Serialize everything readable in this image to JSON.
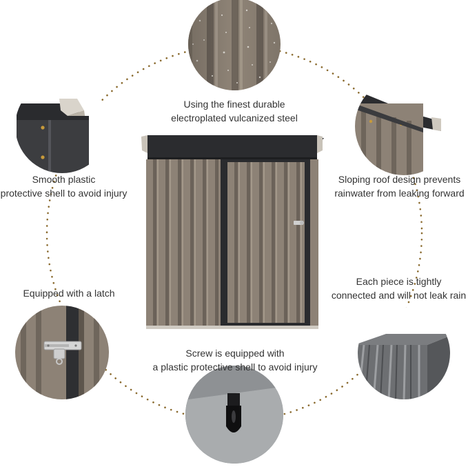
{
  "captions": {
    "top_line1": "Using the finest durable",
    "top_line2": "electroplated vulcanized steel",
    "left1_line1": "Smooth plastic",
    "left1_line2": "protective shell to avoid injury",
    "right1_line1": "Sloping roof design prevents",
    "right1_line2": "rainwater from leaking forward",
    "left2_line1": "Equipped with a latch",
    "right2_line1": "Each piece is tightly",
    "right2_line2": "connected and will not leak rain",
    "bottom_line1": "Screw is equipped with",
    "bottom_line2": "a plastic protective shell to avoid injury"
  },
  "colors": {
    "dots": "#8a6a2e",
    "steel_brown": "#8d8276",
    "steel_dark": "#2f3033",
    "panel_gray": "#6f7174"
  },
  "images": [
    "steel-texture-closeup",
    "roof-corner-plastic-shell",
    "sloping-roof-closeup",
    "latch-closeup",
    "interlocking-panels-closeup",
    "screw-cap-closeup",
    "shed-front-view"
  ]
}
